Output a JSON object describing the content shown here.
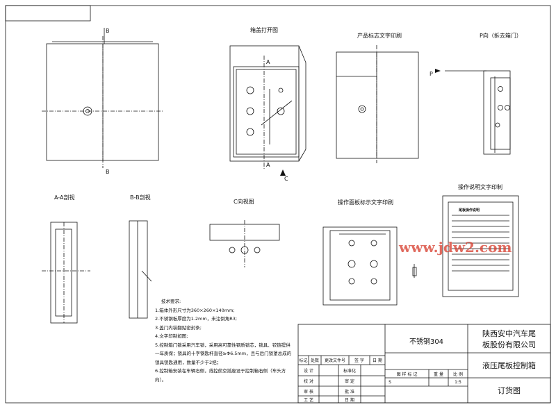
{
  "views": {
    "lid_open": "箱盖打开图",
    "product_print": "产品标志文字印刷",
    "p_view": "P向（拆去箱门）",
    "op_print": "操作说明文字印制",
    "aa": "A-A剖视",
    "bb": "B-B剖视",
    "c_view": "C向视图",
    "panel_print": "操作面板标示文字印刷"
  },
  "markers": {
    "A": "A",
    "B": "B",
    "C": "C",
    "P": "P"
  },
  "technical": {
    "title": "技术要求:",
    "items": [
      "1.箱体外形尺寸为360×260×140mm;",
      "2.不锈钢板厚度为1.2mm，未注倒角R3;",
      "3.盖门内装翻贴密封条;",
      "4.文字印制如图;",
      "5.控制箱门锁采用汽车锁，采用高可靠性钢质锁芯，锁具、铰链提供一年质保；锁具的十字钢匙杆直径≥Φ6.5mm，且与后门锁罩总成的锁具钥匙通用，数量不少于2把；",
      "6.控制箱安装在车辆右侧，线控航空插座设于控制箱右侧（车头方向）。"
    ]
  },
  "title_block": {
    "material": "不锈钢304",
    "company_line1": "陕西安中汽车尾",
    "company_line2": "板股份有限公司",
    "part_name": "液压尾板控制箱",
    "drawing_type": "订货图",
    "rev_headers": [
      "标记",
      "处数",
      "更改文件号",
      "签 字",
      "日 期"
    ],
    "roles": [
      "设 计",
      "校 对",
      "审 核",
      "工 艺"
    ],
    "roles2": [
      "标准化",
      "审 定",
      "批 准",
      "日 期"
    ],
    "stage_label": "图 样 标 记",
    "weight_label": "重 量",
    "scale_label": "比 例",
    "stage_value": "S",
    "scale_value": "1:5"
  },
  "watermark": "www.jdw2.com",
  "instruction_board": {
    "title": "尾板操作说明"
  }
}
